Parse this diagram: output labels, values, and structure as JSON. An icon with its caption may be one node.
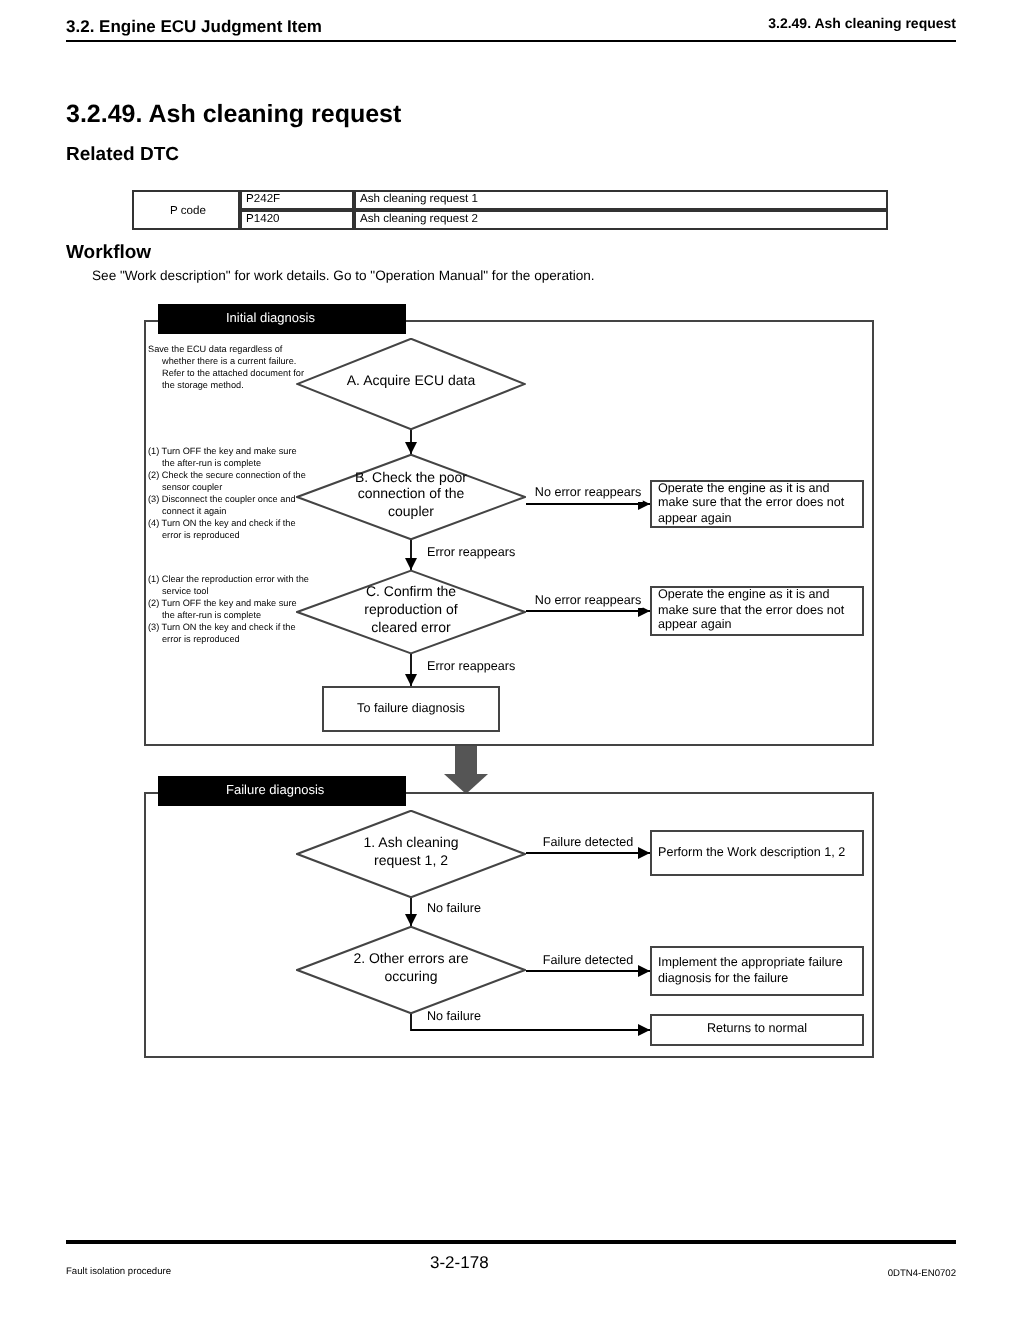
{
  "diagram": {
    "title": "3.2.49. Ash cleaning request",
    "nodes": [
      {
        "text": [
          "Initial diagnosis"
        ]
      },
      {
        "text": [
          "A. Acquire ECU data"
        ],
        "in": 0,
        "beside": [
          "Save the ECU data regardless of whether there is a current failure. Refer to the attached document for the storage method."
        ]
      },
      {
        "text": [
          "B. Check the poor connection of the coupler"
        ],
        "in": 0,
        "beside": [
          "(1) Turn OFF the key and make sure the after-run is complete",
          "(2) Check the secure connection of the sensor coupler",
          "(3) Disconnect the coupler once and connect it again",
          "(4) Turn ON the key and check if the error is reproduced"
        ]
      },
      {
        "text": [
          "Operate the engine as it is and make sure that the error does not appear again"
        ],
        "in": 0
      },
      {
        "text": [
          "C. Confirm the reproduction of cleared error"
        ],
        "in": 0,
        "beside": [
          "(1) Clear the reproduction error with the service tool",
          "(2) Turn OFF the key and make sure the after-run is complete",
          "(3) Turn ON the key and check if the error is reproduced"
        ]
      },
      {
        "text": [
          "Operate the engine as it is and make sure that the error does not appear again"
        ],
        "in": 0
      },
      {
        "text": [
          "To failure diagnosis"
        ],
        "in": 0
      },
      {
        "text": [
          "Failure diagnosis"
        ]
      },
      {
        "text": [
          "1. Ash cleaning request 1, 2"
        ],
        "in": 7
      },
      {
        "text": [
          "Perform the Work description 1, 2"
        ],
        "in": 7
      },
      {
        "text": [
          "2. Other errors are occuring"
        ],
        "in": 7
      },
      {
        "text": [
          "Implement the appropriate failure diagnosis for the failure"
        ],
        "in": 7
      },
      {
        "text": [
          "Returns to normal"
        ],
        "in": 7
      }
    ],
    "edges": [
      {
        "from": 1,
        "to": 2,
        "arrow": "to"
      },
      {
        "from": 2,
        "to": 3,
        "arrow": "to",
        "label": "No error reappears"
      },
      {
        "from": 2,
        "to": 4,
        "arrow": "to",
        "label": "Error reappears"
      },
      {
        "from": 4,
        "to": 5,
        "arrow": "to",
        "label": "No error reappears"
      },
      {
        "from": 4,
        "to": 6,
        "arrow": "to",
        "label": "Error reappears"
      },
      {
        "from": 0,
        "to": 7,
        "arrow": "to",
        "style": "thick",
        "color": "#555555"
      },
      {
        "from": 8,
        "to": 9,
        "arrow": "to",
        "label": "Failure detected"
      },
      {
        "from": 8,
        "to": 10,
        "arrow": "to",
        "label": "No failure"
      },
      {
        "from": 10,
        "to": 11,
        "arrow": "to",
        "label": "Failure detected"
      },
      {
        "from": 10,
        "to": 12,
        "arrow": "to",
        "label": "No failure"
      }
    ],
    "labels": [
      "3.2. Engine ECU Judgment Item",
      "3.2.49. Ash cleaning request",
      "Related DTC",
      "P code",
      "P242F",
      "Ash cleaning request 1",
      "P1420",
      "Ash cleaning request 2",
      "Workflow",
      "See \"Work description\" for work details. Go to \"Operation Manual\" for the operation.",
      "3-2-178",
      "Fault isolation procedure",
      "0DTN4-EN0702"
    ]
  }
}
